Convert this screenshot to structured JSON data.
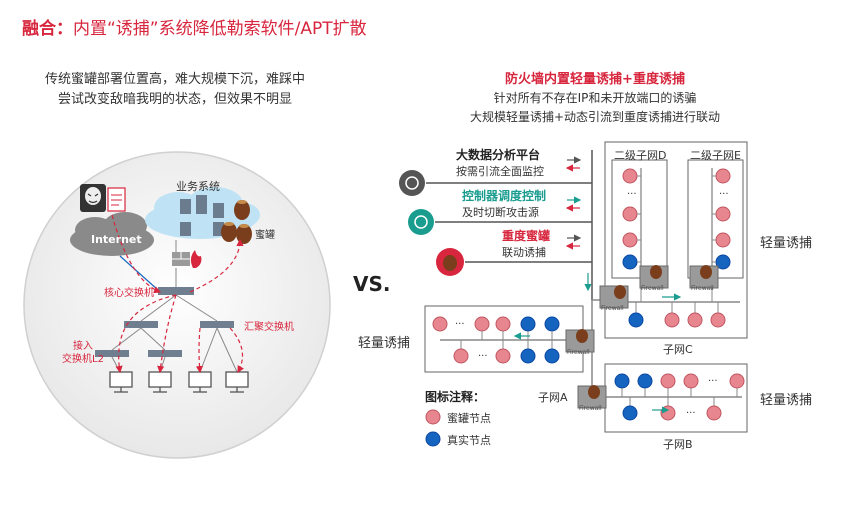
{
  "title": {
    "prefix": "融合：",
    "rest": "内置“诱捕”系统降低勒索软件/APT扩散"
  },
  "left": {
    "desc_line1": "传统蜜罐部署位置高，难大规模下沉，难踩中",
    "desc_line2": "尝试改变敌暗我明的状态，但效果不明显",
    "business_system": "业务系统",
    "internet": "Internet",
    "honeypot": "蜜罐",
    "core_switch": "核心交换机",
    "agg_switch": "汇聚交换机",
    "access_switch_line1": "接入",
    "access_switch_line2": "交换机L2"
  },
  "vs": "VS.",
  "right": {
    "head_title": "防火墙内置轻量诱捕+重度诱捕",
    "head_line2": "针对所有不存在IP和未开放端口的诱骗",
    "head_line3": "大规模轻量诱捕+动态引流到重度诱捕进行联动",
    "platforms": [
      {
        "title": "大数据分析平台",
        "sub": "按需引流全面监控",
        "color": "#222222"
      },
      {
        "title": "控制器调度控制",
        "sub": "及时切断攻击源",
        "color": "#1a9d8f"
      },
      {
        "title": "重度蜜罐",
        "sub": "联动诱捕",
        "color": "#d7263d"
      }
    ],
    "subnet_d": "二级子网D",
    "subnet_e": "二级子网E",
    "subnet_c": "子网C",
    "subnet_a": "子网A",
    "subnet_b": "子网B",
    "light_trap": "轻量诱捕",
    "ellipsis": "...",
    "firewall": "Firewall",
    "legend": {
      "title": "图标注释：",
      "items": [
        {
          "label": "蜜罐节点",
          "color": "#e8868f"
        },
        {
          "label": "真实节点",
          "color": "#1565c0"
        }
      ]
    }
  },
  "colors": {
    "accent": "#d7263d",
    "teal": "#1a9d8f",
    "honeypot": "#e8868f",
    "real": "#1565c0",
    "gray": "#888888"
  }
}
